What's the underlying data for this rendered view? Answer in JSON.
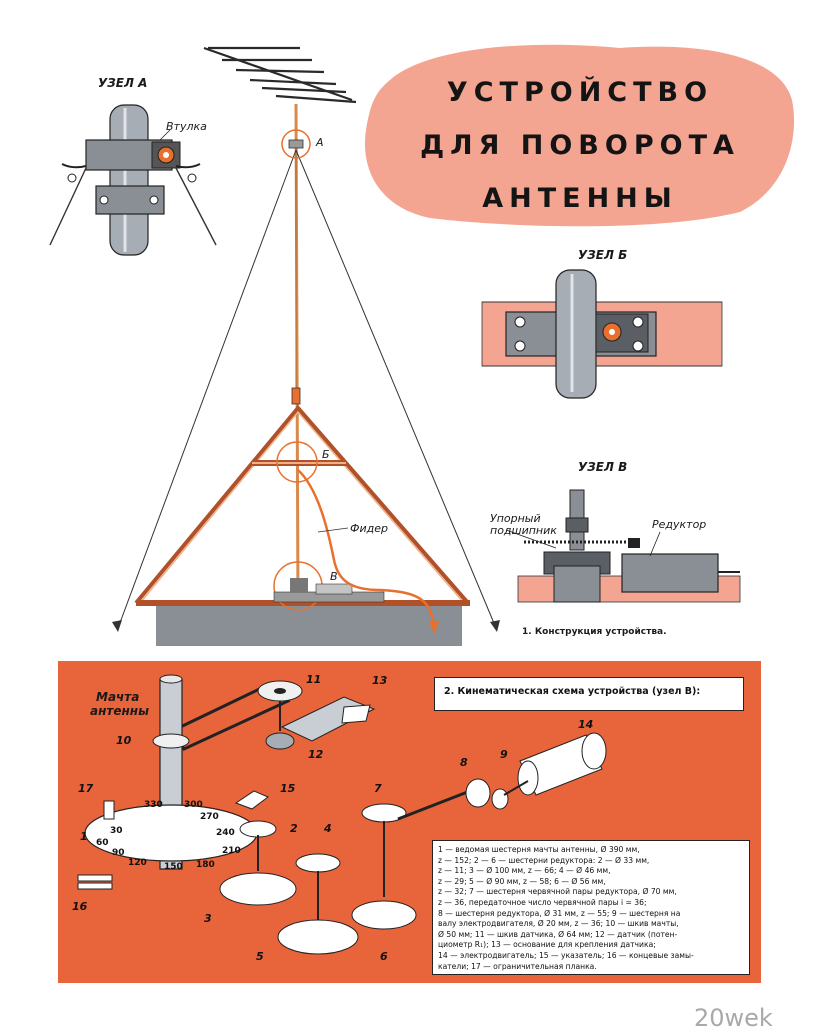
{
  "title": {
    "line1": "УСТРОЙСТВО",
    "line2": "ДЛЯ ПОВОРОТА",
    "line3": "АНТЕННЫ"
  },
  "nodes": {
    "a": {
      "heading": "УЗЕЛ А",
      "sleeve_label": "Втулка",
      "marker": "А"
    },
    "b": {
      "heading": "УЗЕЛ Б",
      "marker": "Б"
    },
    "v": {
      "heading": "УЗЕЛ В",
      "marker": "В",
      "bearing_label_1": "Упорный",
      "bearing_label_2": "подшипник",
      "reducer_label": "Редуктор"
    }
  },
  "feeder_label": "Фидер",
  "figure1_caption": "1. Конструкция устройства.",
  "kinematic": {
    "title": "2. Кинематическая схема устройства (узел В):",
    "mast_label_1": "Мачта",
    "mast_label_2": "антенны",
    "part_numbers": [
      "1",
      "2",
      "3",
      "4",
      "5",
      "6",
      "7",
      "8",
      "9",
      "10",
      "11",
      "12",
      "13",
      "14",
      "15",
      "16",
      "17"
    ],
    "dial_labels": [
      "330",
      "300",
      "270",
      "240",
      "210",
      "180",
      "150",
      "120",
      "90",
      "60",
      "30"
    ],
    "legend_lines": [
      "1 — ведомая шестерня мачты антенны, Ø 390 мм,",
      "z — 152; 2 — 6 — шестерни редуктора: 2 — Ø 33 мм,",
      "z — 11; 3 — Ø 100 мм, z — 66; 4 — Ø 46 мм,",
      "z — 29; 5 — Ø 90 мм, z — 58; 6 — Ø 56 мм,",
      "z — 32; 7 — шестерня червячной пары редуктора, Ø 70 мм,",
      "z — 36, передаточное число червячной пары i = 36;",
      "8 — шестерня редуктора, Ø 31 мм, z — 55; 9 — шестерня на",
      "валу электродвигателя, Ø 20 мм, z — 36; 10 — шкив мачты,",
      "Ø 50 мм; 11 — шкив датчика, Ø 64 мм; 12 — датчик (потен-",
      "циометр R₁); 13 — основание для крепления датчика;",
      "14 — электродвигатель; 15 — указатель; 16 — концевые замы-",
      "катели; 17 — ограничительная планка."
    ]
  },
  "watermark": "20wek",
  "colors": {
    "salmon": "#f4a592",
    "orange_panel": "#e8643a",
    "wire": "#e8702e",
    "steel": "#8a8f96"
  }
}
